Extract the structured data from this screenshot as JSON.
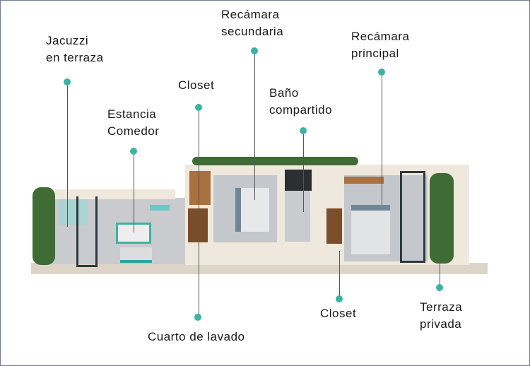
{
  "labels": {
    "jacuzzi": [
      "Jacuzzi",
      "en terraza"
    ],
    "estancia": [
      "Estancia",
      "Comedor"
    ],
    "closet_top": [
      "Closet"
    ],
    "recamara_sec": [
      "Recámara",
      "secundaria"
    ],
    "bano": [
      "Baño",
      "compartido"
    ],
    "recamara_pri": [
      "Recámara",
      "principal"
    ],
    "closet_bottom": [
      "Closet"
    ],
    "terraza": [
      "Terraza",
      "privada"
    ],
    "lavado": [
      "Cuarto de lavado"
    ]
  },
  "colors": {
    "accent": "#3bb3a3",
    "wall": "#efe8dc",
    "floor": "#c4c7cb",
    "plant": "#3f6b34",
    "wood": "#a9713f"
  }
}
